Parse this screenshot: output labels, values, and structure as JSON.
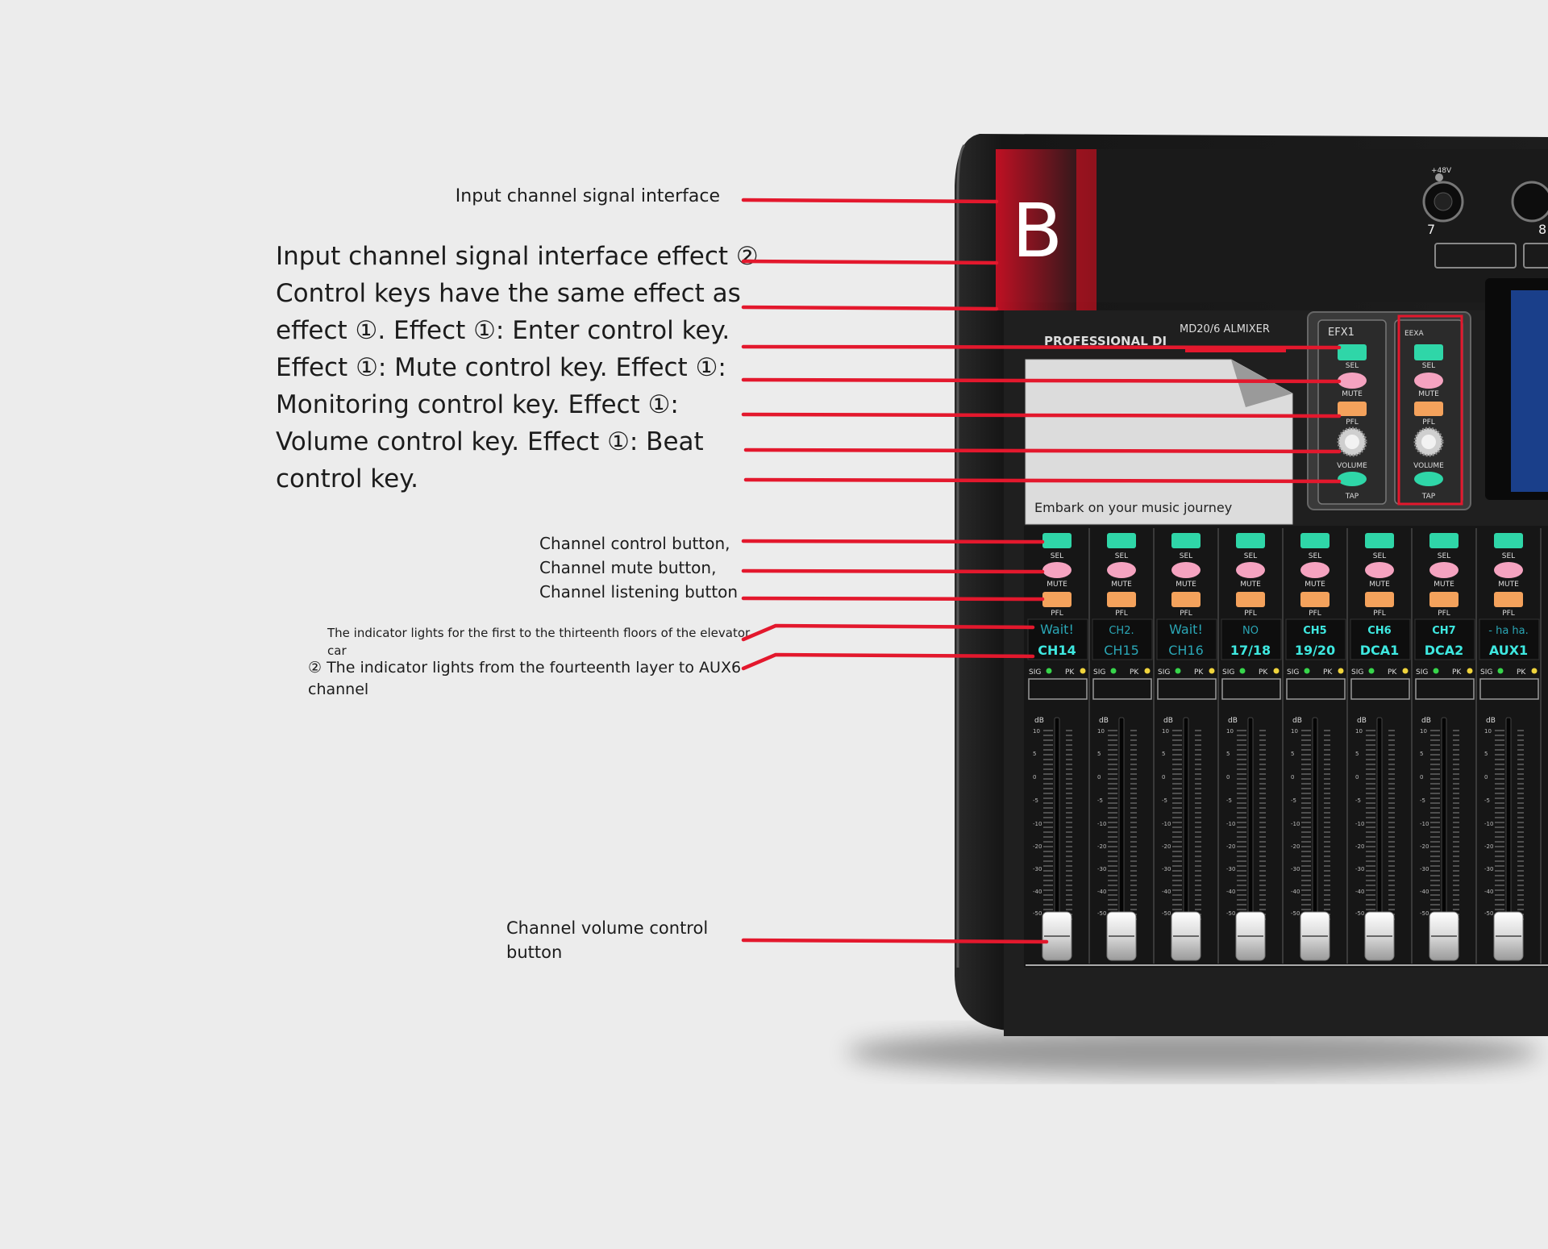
{
  "callouts": {
    "signal_interface": "Input channel signal interface",
    "effect_lines": [
      "Input channel signal interface effect ②",
      "Control keys have the same effect as",
      "effect ①. Effect ①: Enter control key.",
      "Effect ①: Mute control key. Effect ①:",
      "Monitoring control key. Effect ①:",
      "Volume control key. Effect ①: Beat",
      "control key."
    ],
    "channel_buttons": [
      "Channel control button,",
      "Channel mute button,",
      "Channel listening button"
    ],
    "indicator_1": [
      "The indicator lights for the first to the thirteenth floors of the elevator",
      "car"
    ],
    "indicator_2": [
      "② The indicator lights from the fourteenth layer to AUX6",
      "channel"
    ],
    "volume": [
      "Channel volume control",
      "button"
    ]
  },
  "mixer": {
    "brand_letter": "B",
    "model": "MD20/6 ALMIXER",
    "series": "PROFESSIONAL DI",
    "tagline": "Embark on your music journey",
    "input_numbers": [
      "7",
      "8"
    ],
    "phantom_label": "+48V",
    "effects_panels": [
      {
        "name": "EFX1",
        "buttons": [
          "SEL",
          "MUTE",
          "PFL",
          "VOLUME",
          "TAP"
        ]
      },
      {
        "name": "EEXA",
        "buttons": [
          "SEL",
          "MUTE",
          "PFL",
          "VOLUME",
          "TAP"
        ]
      }
    ],
    "button_labels": {
      "sel": "SEL",
      "mute": "MUTE",
      "pfl": "PFL",
      "sig": "SIG",
      "pk": "PK",
      "db": "dB"
    },
    "fader_scale": [
      "10",
      "5",
      "0",
      "-5",
      "-10",
      "-20",
      "-30",
      "-40",
      "-50"
    ],
    "channels": [
      {
        "top": "Wait!",
        "bottom": "CH14"
      },
      {
        "top": "CH2.",
        "bottom": "CH15"
      },
      {
        "top": "Wait!",
        "bottom": "CH16"
      },
      {
        "top": "NO",
        "bottom": "17/18"
      },
      {
        "top": "CH5",
        "bottom": "19/20"
      },
      {
        "top": "CH6",
        "bottom": "DCA1"
      },
      {
        "top": "CH7",
        "bottom": "DCA2"
      },
      {
        "top": "- ha ha.",
        "bottom": "AUX1"
      }
    ]
  },
  "colors": {
    "leader": "#e3182d",
    "sel": "#2fd6a8",
    "mute": "#f5a3c0",
    "pfl": "#f4a25c",
    "lcd_bright": "#3ee8e0",
    "lcd_dim": "#2aa6b5"
  }
}
